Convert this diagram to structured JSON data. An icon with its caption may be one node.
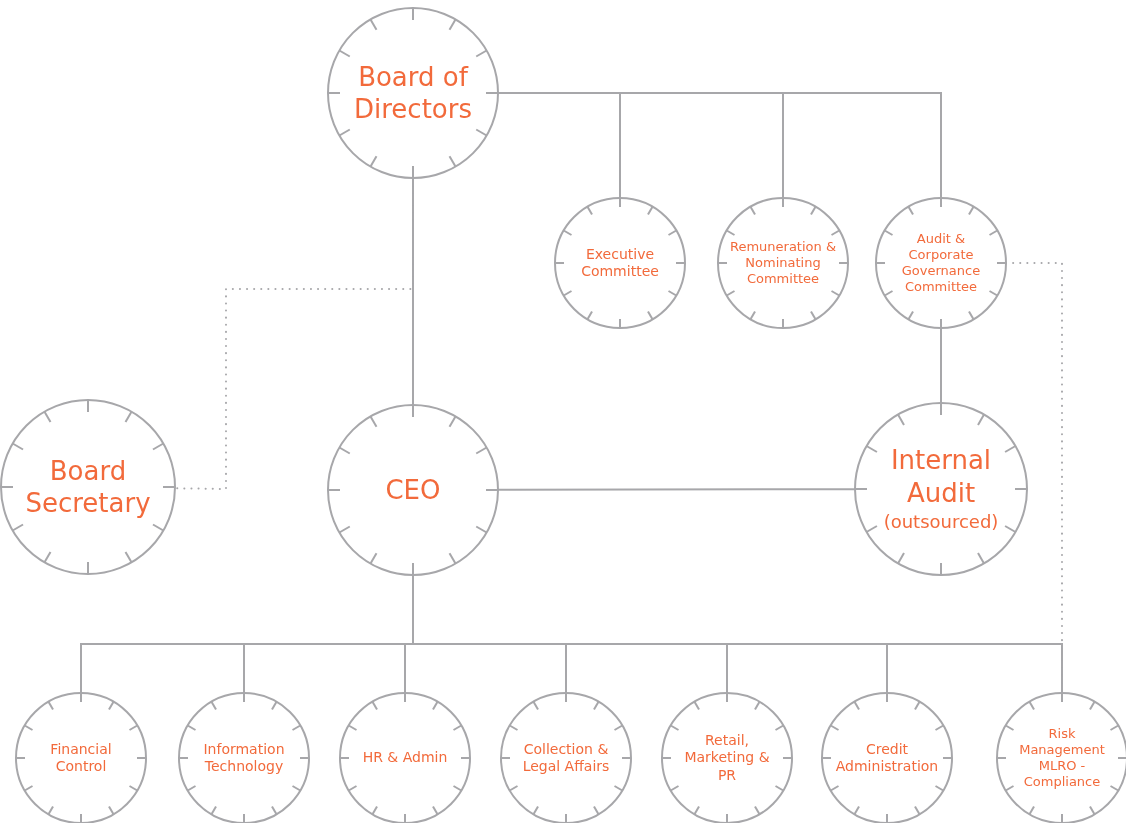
{
  "diagram": {
    "nodes": [
      {
        "text": [
          "Board of Directors"
        ]
      },
      {
        "text": [
          "Executive Committee"
        ]
      },
      {
        "text": [
          "Remuneration & Nominating Committee"
        ]
      },
      {
        "text": [
          "Audit & Corporate Governance Committee"
        ]
      },
      {
        "text": [
          "Board Secretary"
        ]
      },
      {
        "text": [
          "CEO"
        ]
      },
      {
        "text": [
          "Internal Audit",
          "(outsourced)"
        ]
      },
      {
        "text": [
          "Financial Control"
        ]
      },
      {
        "text": [
          "Information Technology"
        ]
      },
      {
        "text": [
          "HR & Admin"
        ]
      },
      {
        "text": [
          "Collection & Legal Affairs"
        ]
      },
      {
        "text": [
          "Retail, Marketing & PR"
        ]
      },
      {
        "text": [
          "Credit Administration"
        ]
      },
      {
        "text": [
          "Risk Management MLRO -Compliance"
        ]
      }
    ],
    "edges": [
      {
        "from": 0,
        "to": 1,
        "arrow": "none"
      },
      {
        "from": 0,
        "to": 2,
        "arrow": "none"
      },
      {
        "from": 0,
        "to": 3,
        "arrow": "none"
      },
      {
        "from": 0,
        "to": 5,
        "arrow": "none"
      },
      {
        "from": 0,
        "to": 4,
        "arrow": "none",
        "style": "dashed"
      },
      {
        "from": 3,
        "to": 6,
        "arrow": "none"
      },
      {
        "from": 5,
        "to": 6,
        "arrow": "none"
      },
      {
        "from": 5,
        "to": 7,
        "arrow": "none"
      },
      {
        "from": 5,
        "to": 8,
        "arrow": "none"
      },
      {
        "from": 5,
        "to": 9,
        "arrow": "none"
      },
      {
        "from": 5,
        "to": 10,
        "arrow": "none"
      },
      {
        "from": 5,
        "to": 11,
        "arrow": "none"
      },
      {
        "from": 5,
        "to": 12,
        "arrow": "none"
      },
      {
        "from": 5,
        "to": 13,
        "arrow": "none"
      },
      {
        "from": 3,
        "to": 13,
        "arrow": "none",
        "style": "dashed"
      }
    ]
  }
}
